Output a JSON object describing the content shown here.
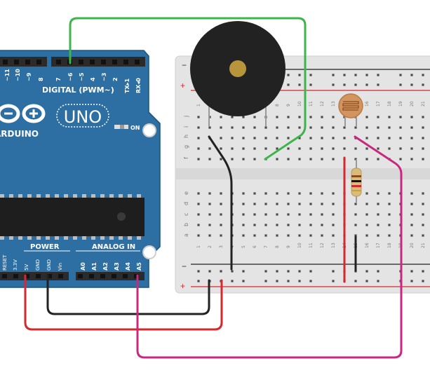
{
  "board": {
    "name": "UNO",
    "brand": "ARDUINO",
    "digital_label": "DIGITAL (PWM~)",
    "on_label": "ON",
    "power_label": "POWER",
    "analog_label": "ANALOG IN",
    "digital_pins": [
      "~11",
      "~10",
      "~9",
      "8",
      "7",
      "~6",
      "~5",
      "4",
      "~3",
      "2",
      "TX▸1",
      "RX◂0"
    ],
    "power_pins": [
      "RESET",
      "3.3V",
      "5V",
      "GND",
      "GND",
      "Vin"
    ],
    "analog_pins": [
      "A0",
      "A1",
      "A2",
      "A3",
      "A4",
      "A5"
    ],
    "color": "#2d6fa3"
  },
  "breadboard": {
    "rail_minus": "−",
    "rail_plus": "+",
    "top_rows": [
      "j",
      "i",
      "h",
      "g",
      "f"
    ],
    "bottom_rows": [
      "e",
      "d",
      "c",
      "b",
      "a"
    ],
    "columns": [
      "1",
      "2",
      "3",
      "4",
      "5",
      "6",
      "7",
      "8",
      "9",
      "10",
      "11",
      "12",
      "13",
      "14",
      "15",
      "16",
      "17",
      "18",
      "19",
      "20",
      "21"
    ]
  },
  "wire_colors": {
    "green": "#3cb54a",
    "black": "#222222",
    "red": "#d7282f",
    "magenta": "#c8297f"
  }
}
